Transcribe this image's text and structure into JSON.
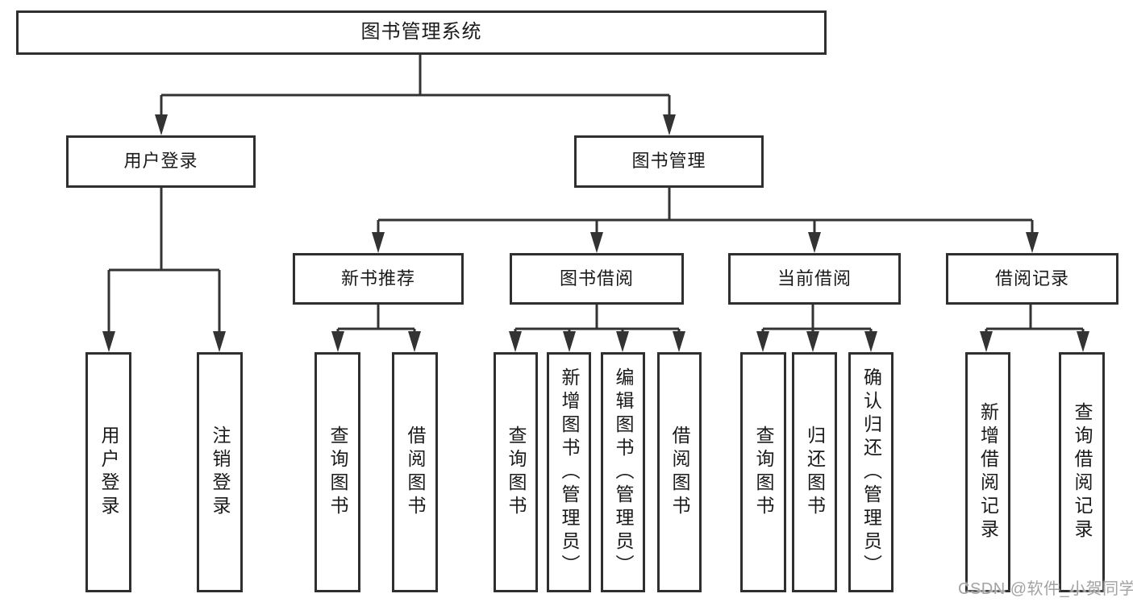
{
  "tree": {
    "root": {
      "label": "图书管理系统"
    },
    "level2": {
      "user_login": {
        "label": "用户登录"
      },
      "book_mgmt": {
        "label": "图书管理"
      }
    },
    "level3": {
      "new_books": {
        "label": "新书推荐"
      },
      "borrowing": {
        "label": "图书借阅"
      },
      "current": {
        "label": "当前借阅"
      },
      "records": {
        "label": "借阅记录"
      }
    },
    "leaves": {
      "user_login": [
        "用户登录",
        "注销登录"
      ],
      "new_books": [
        "查询图书",
        "借阅图书"
      ],
      "borrowing": [
        "查询图书",
        "新增图书（管理员）",
        "编辑图书（管理员）",
        "借阅图书"
      ],
      "current": [
        "查询图书",
        "归还图书",
        "确认归还（管理员）"
      ],
      "records": [
        "新增借阅记录",
        "查询借阅记录"
      ]
    }
  },
  "watermark": "CSDN @软件_小贺同学",
  "colors": {
    "line": "#333333",
    "box_border": "#2f2f2f",
    "text": "#1a1a1a",
    "watermark": "#a3a3a3",
    "background": "#ffffff"
  }
}
